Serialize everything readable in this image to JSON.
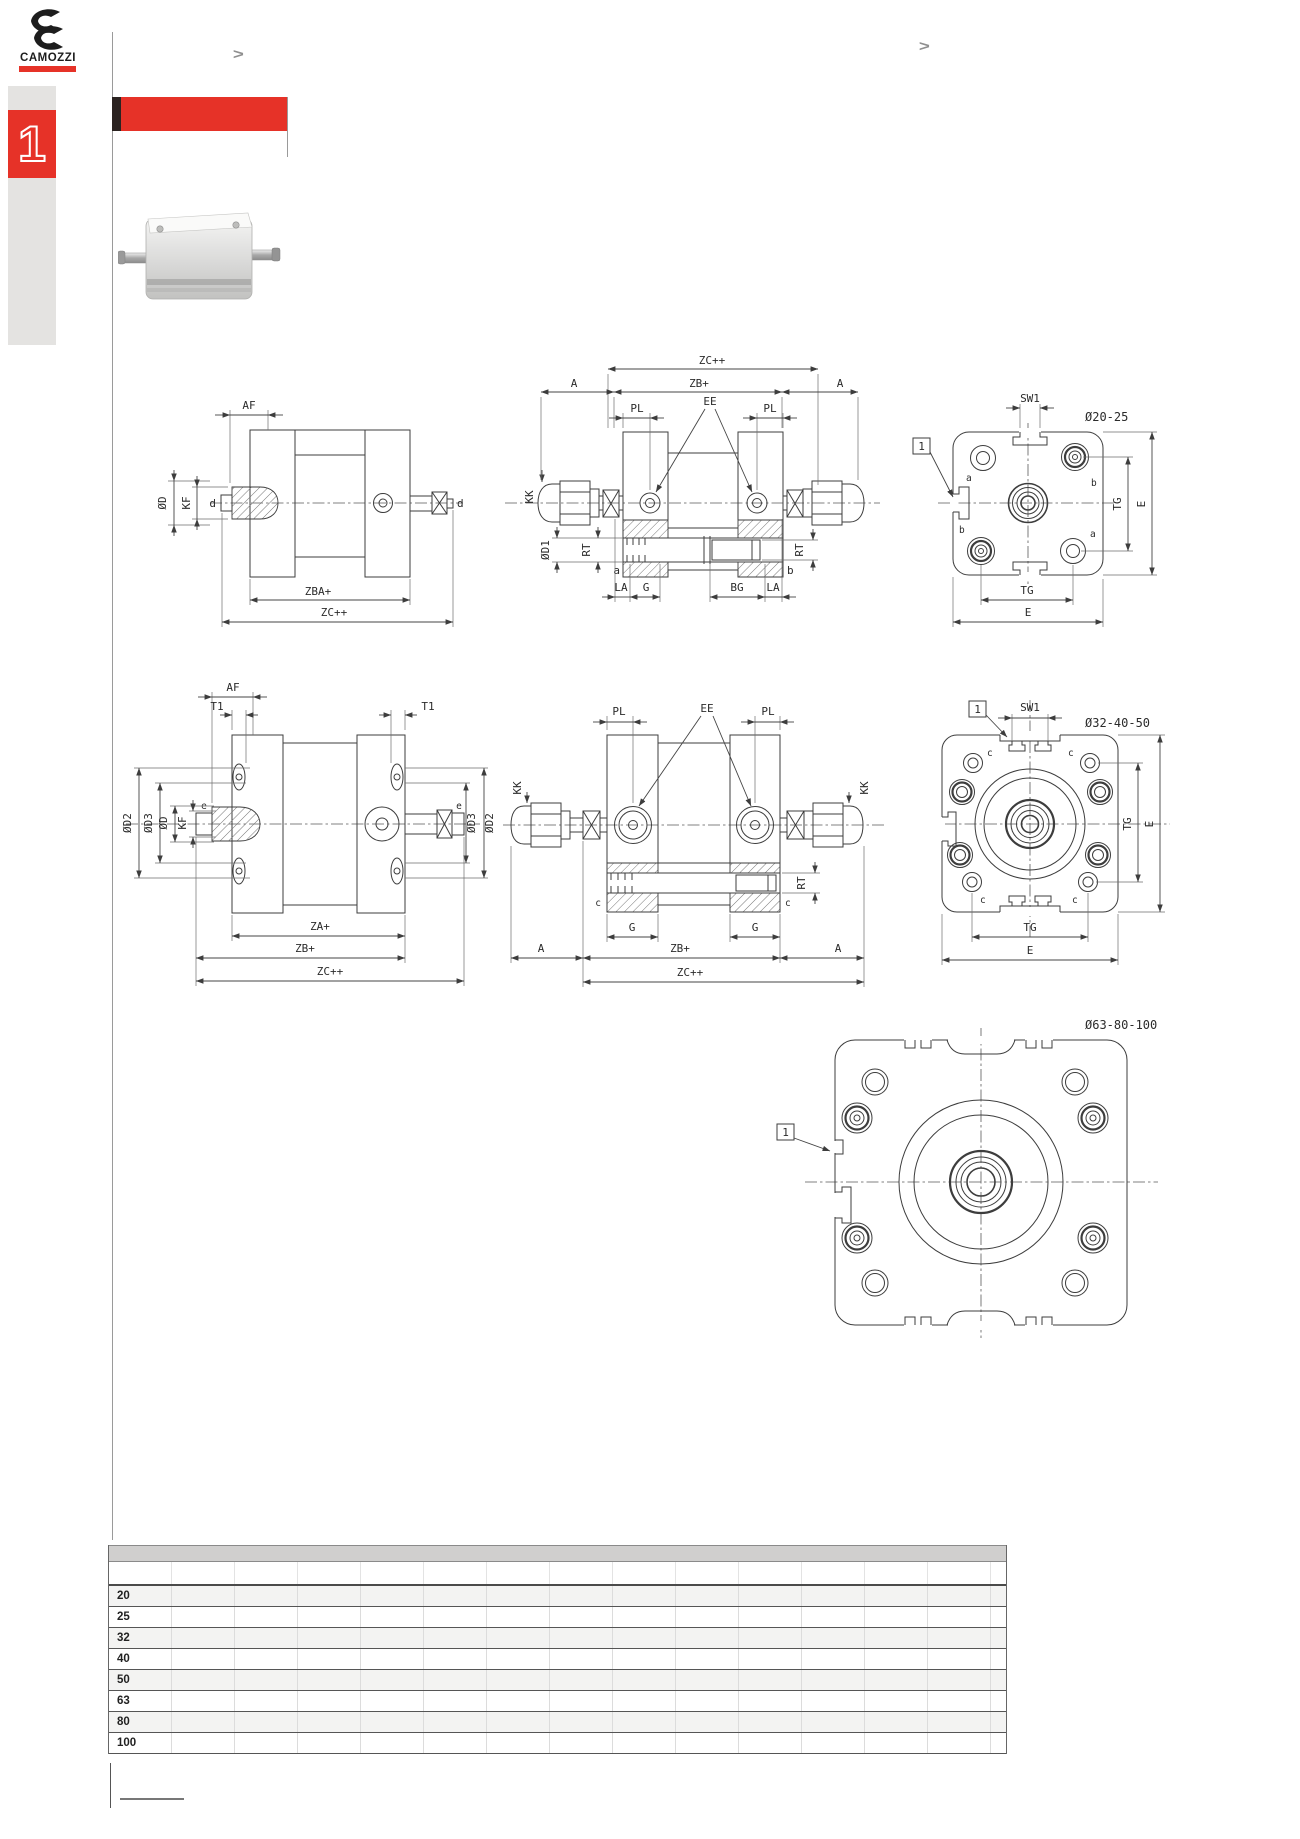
{
  "brand": {
    "logo_text": "CAMOZZI",
    "accent_color": "#e63228"
  },
  "chrome": {
    "chevron_left": ">",
    "chevron_right": ">"
  },
  "sidebar": {
    "section_number": "1"
  },
  "table": {
    "bores": [
      "20",
      "25",
      "32",
      "40",
      "50",
      "63",
      "80",
      "100"
    ]
  },
  "drawings": {
    "side1": {
      "af": "AF",
      "dia_d": "ØD",
      "kf": "KF",
      "d_left": "d",
      "d_right": "d",
      "zba": "ZBA+",
      "zc": "ZC++"
    },
    "section1": {
      "zc": "ZC++",
      "zb": "ZB+",
      "a_left": "A",
      "a_right": "A",
      "pl_left": "PL",
      "ee": "EE",
      "pl_right": "PL",
      "kk": "KK",
      "dia_d1": "ØD1",
      "rt_left": "RT",
      "rt_right": "RT",
      "hole_a": "a",
      "hole_b": "b",
      "la_left": "LA",
      "g": "G",
      "bg": "BG",
      "la_right": "LA"
    },
    "face1": {
      "title": "Ø20-25",
      "sw1": "SW1",
      "balloon": "1",
      "a_tl": "a",
      "b_tr": "b",
      "b_bl": "b",
      "a_br": "a",
      "tg_right": "TG",
      "e_right": "E",
      "tg_bottom": "TG",
      "e_bottom": "E"
    },
    "side2": {
      "af": "AF",
      "t1_left": "T1",
      "t1_right": "T1",
      "dia_d2_left": "ØD2",
      "dia_d3_left": "ØD3",
      "dia_d": "ØD",
      "kf": "KF",
      "e_left": "e",
      "e_right": "e",
      "dia_d3_right": "ØD3",
      "dia_d2_right": "ØD2",
      "za": "ZA+",
      "zb": "ZB+",
      "zc": "ZC++"
    },
    "section2": {
      "pl_left": "PL",
      "ee": "EE",
      "pl_right": "PL",
      "kk_left": "KK",
      "kk_right": "KK",
      "c_left": "c",
      "c_right": "c",
      "g_left": "G",
      "g_right": "G",
      "rt": "RT",
      "a_left": "A",
      "zb": "ZB+",
      "a_right": "A",
      "zc": "ZC++"
    },
    "face2": {
      "title": "Ø32-40-50",
      "sw1": "SW1",
      "balloon": "1",
      "c_tl": "c",
      "c_tr": "c",
      "c_bl": "c",
      "c_br": "c",
      "tg_right": "TG",
      "e_right": "E",
      "tg_bottom": "TG",
      "e_bottom": "E"
    },
    "face3": {
      "title": "Ø63-80-100",
      "balloon": "1"
    }
  }
}
